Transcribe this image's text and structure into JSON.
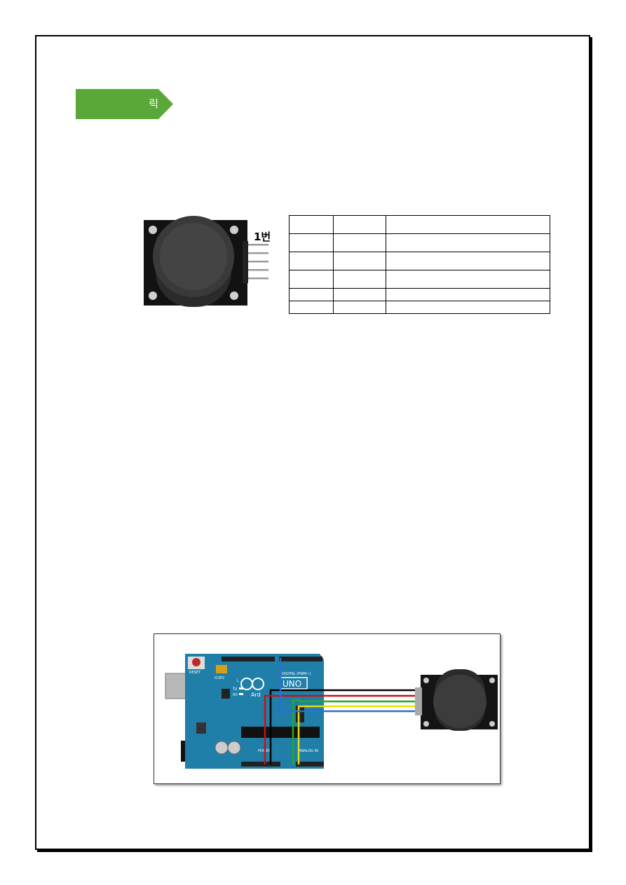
{
  "section_tag": {
    "label": "릭",
    "color": "#5aa83a"
  },
  "module": {
    "pin_label": "1번"
  },
  "pin_table": {
    "rows": [
      [
        "",
        "",
        ""
      ],
      [
        "",
        "",
        ""
      ],
      [
        "",
        "",
        ""
      ],
      [
        "",
        "",
        ""
      ],
      [
        "",
        "",
        ""
      ],
      [
        "",
        "",
        ""
      ]
    ]
  },
  "wiring": {
    "board_brand": "Ard",
    "board_model": "UNO",
    "board_reset_label": "RESET",
    "board_icsp_label": "ICSP2",
    "board_l_label": "L",
    "board_tx_label": "TX",
    "board_rx_label": "RX",
    "board_digital_label": "DIGITAL (PWM~)",
    "board_power_label": "POWER",
    "board_analog_label": "ANALOG IN",
    "wire_colors": [
      "#000000",
      "#cc1111",
      "#22aa22",
      "#e8e000",
      "#2f6fd0"
    ],
    "board_color": "#1f7fa8"
  }
}
